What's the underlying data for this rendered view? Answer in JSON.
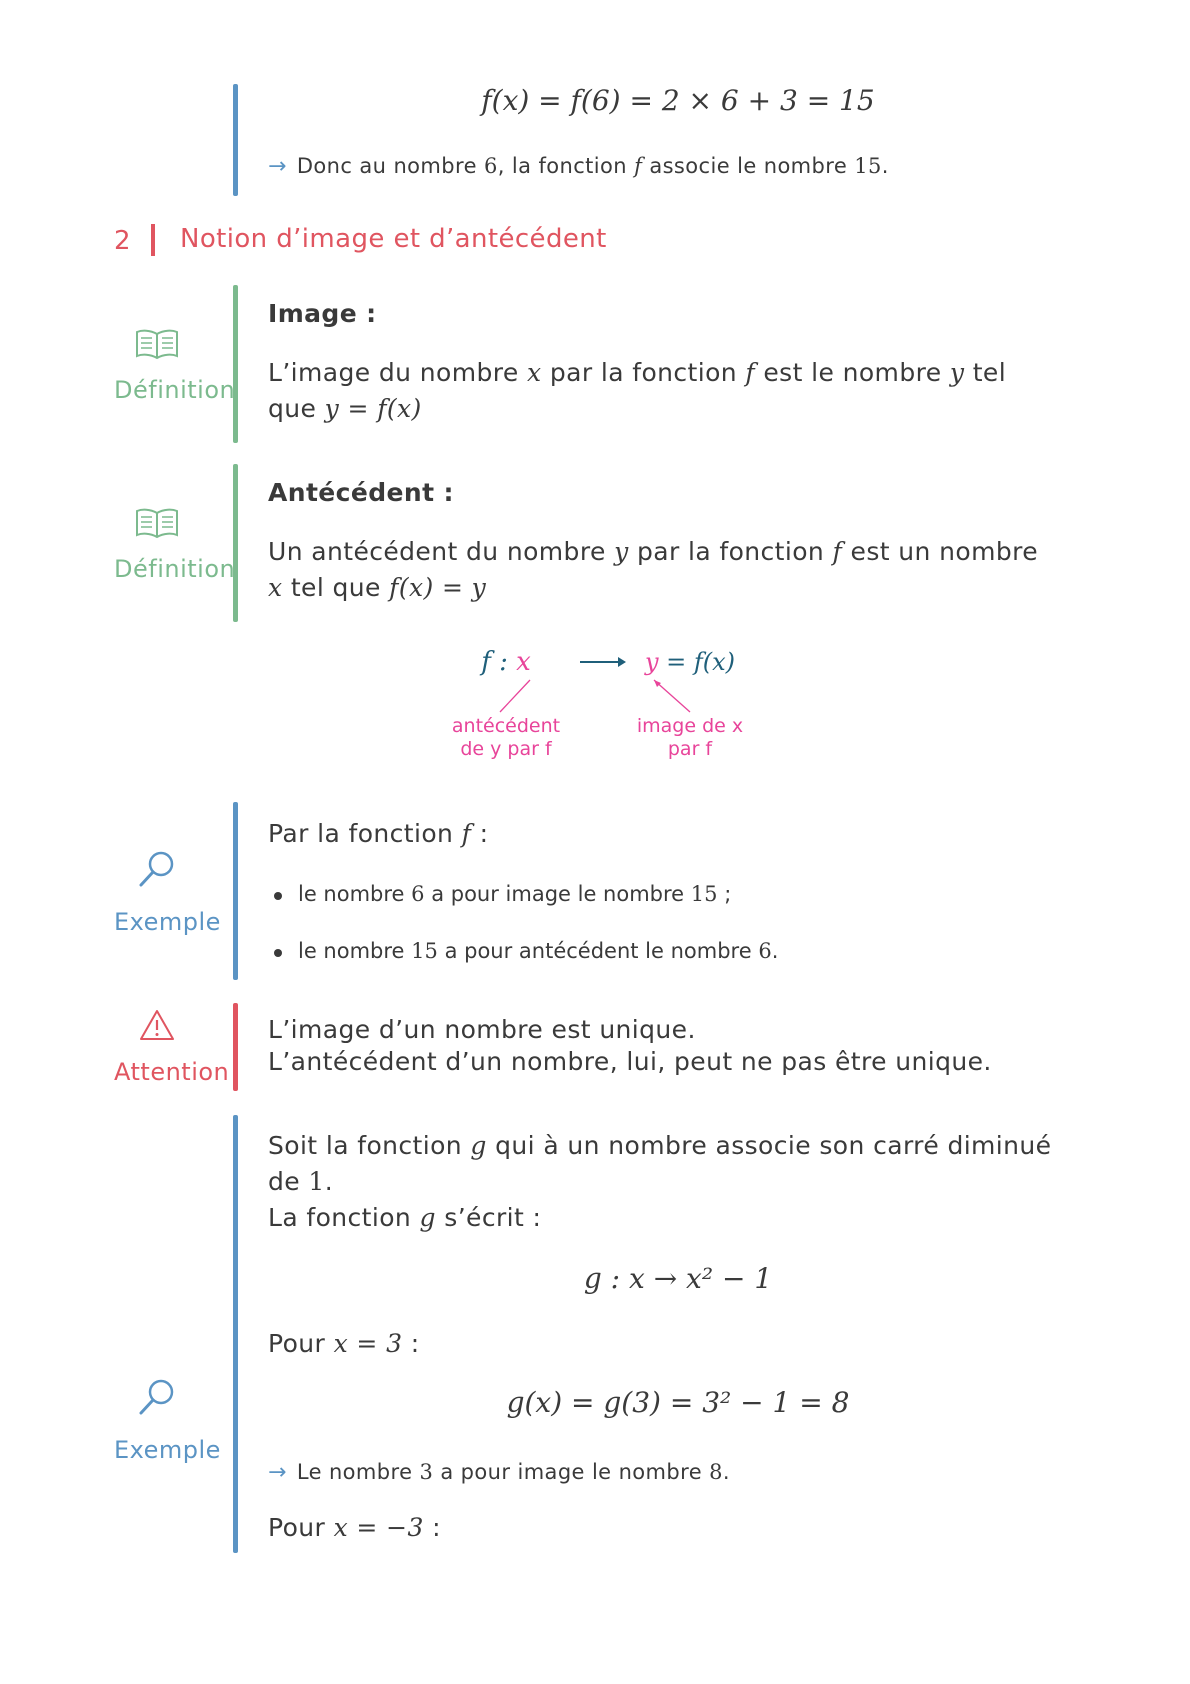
{
  "block1": {
    "equation": "f(x) = f(6) = 2 × 6 + 3 = 15",
    "conclusion_pre": "Donc au nombre ",
    "conclusion_n1": "6",
    "conclusion_mid": ", la fonction ",
    "conclusion_f": "f",
    "conclusion_mid2": " associe le nombre ",
    "conclusion_n2": "15",
    "conclusion_end": "."
  },
  "section": {
    "number": "2",
    "title": "Notion d’image et d’antécédent"
  },
  "definition_label": "Définition",
  "image_def": {
    "title": "Image :",
    "t1": "L’image du nombre ",
    "x": "x",
    "t2": " par la fonction ",
    "f": "f",
    "t3": " est le nombre ",
    "y": "y",
    "t4": " tel",
    "t5": "que ",
    "eq": "y = f(x)"
  },
  "antecedent_def": {
    "title": "Antécédent :",
    "t1": "Un antécédent du nombre ",
    "y": "y",
    "t2": " par la fonction ",
    "f": "f",
    "t3": " est un nombre",
    "x": "x",
    "t4": " tel que ",
    "eq": "f(x) = y"
  },
  "diagram": {
    "left": "f : x",
    "right": "y = f(x)",
    "label_left_1": "antécédent",
    "label_left_2": "de y par f",
    "label_right_1": "image de x",
    "label_right_2": "par f"
  },
  "example_label": "Exemple",
  "example1": {
    "intro_pre": "Par la fonction ",
    "intro_f": "f",
    "intro_end": " :",
    "b1_pre": "le nombre ",
    "b1_n1": "6",
    "b1_mid": " a pour image le nombre ",
    "b1_n2": "15",
    "b1_end": " ;",
    "b2_pre": "le nombre ",
    "b2_n1": "15",
    "b2_mid": " a pour antécédent le nombre ",
    "b2_n2": "6",
    "b2_end": "."
  },
  "attention": {
    "label": "Attention",
    "line1": "L’image d’un nombre est unique.",
    "line2": "L’antécédent d’un nombre, lui, peut ne pas être unique."
  },
  "example2": {
    "l1_pre": "Soit la fonction ",
    "l1_g": "g",
    "l1_end": " qui à un nombre associe son carré diminué",
    "l2_pre": "de ",
    "l2_n": "1",
    "l2_end": ".",
    "l3_pre": "La fonction ",
    "l3_g": "g",
    "l3_end": " s’écrit :",
    "eq1": "g : x → x² − 1",
    "pour1_pre": "Pour ",
    "pour1_eq": "x = 3",
    "pour1_end": " :",
    "eq2": "g(x) = g(3) = 3² − 1 = 8",
    "concl_pre": "Le nombre ",
    "concl_n1": "3",
    "concl_mid": " a pour image le nombre ",
    "concl_n2": "8",
    "concl_end": ".",
    "pour2_pre": "Pour ",
    "pour2_eq": "x = −3",
    "pour2_end": " :"
  },
  "colors": {
    "blue": "#5b94c4",
    "green": "#7cba8e",
    "red": "#e05560",
    "pink": "#e8449a",
    "teal": "#1f5f7a"
  }
}
